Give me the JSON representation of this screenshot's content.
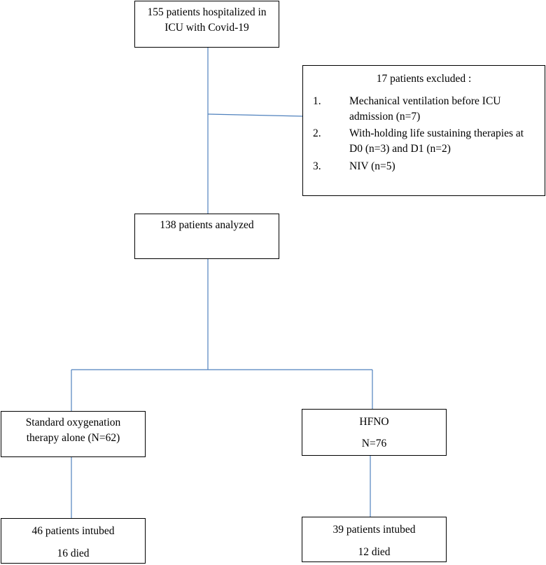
{
  "flowchart": {
    "top": {
      "line1": "155 patients hospitalized in",
      "line2": "ICU with Covid-19"
    },
    "excluded": {
      "title": "17 patients excluded :",
      "items": [
        {
          "number": "1.",
          "line1": "Mechanical ventilation before ICU",
          "line2": "admission (n=7)"
        },
        {
          "number": "2.",
          "line1": "With-holding life sustaining therapies at",
          "line2": "D0 (n=3) and D1 (n=2)"
        },
        {
          "number": "3.",
          "line1": "NIV (n=5)"
        }
      ]
    },
    "analyzed": {
      "label": "138 patients analyzed"
    },
    "standard": {
      "line1": "Standard oxygenation",
      "line2": "therapy alone (N=62)"
    },
    "hfno": {
      "label": "HFNO",
      "count": "N=76"
    },
    "outcome_left": {
      "intubed": "46 patients intubed",
      "died": "16 died"
    },
    "outcome_right": {
      "intubed": "39 patients intubed",
      "died": "12 died"
    }
  },
  "colors": {
    "connector": "#4f81bd",
    "box_border": "#000000",
    "text": "#000000",
    "background": "#ffffff"
  }
}
